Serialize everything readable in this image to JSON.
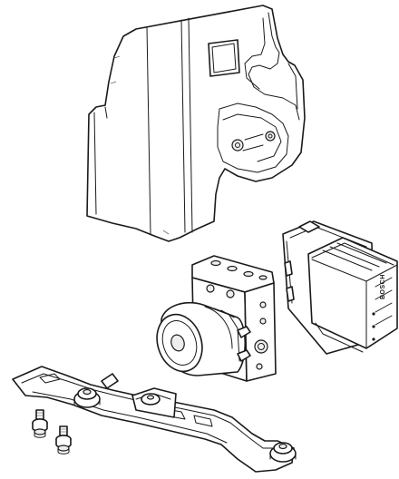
{
  "diagram": {
    "parts": [
      {
        "id": "heat-shield",
        "icon": "cover-shield-icon"
      },
      {
        "id": "abs-control-module",
        "icon": "control-module-icon"
      },
      {
        "id": "abs-hydraulic-unit",
        "icon": "hydraulic-pump-icon"
      },
      {
        "id": "mounting-bracket",
        "icon": "bracket-icon"
      },
      {
        "id": "isolator-bolt",
        "icon": "bolt-icon",
        "count": 2
      }
    ],
    "module_marking": "BOSCH",
    "colors": {
      "line": "#1a1a1a",
      "background": "#ffffff"
    }
  }
}
